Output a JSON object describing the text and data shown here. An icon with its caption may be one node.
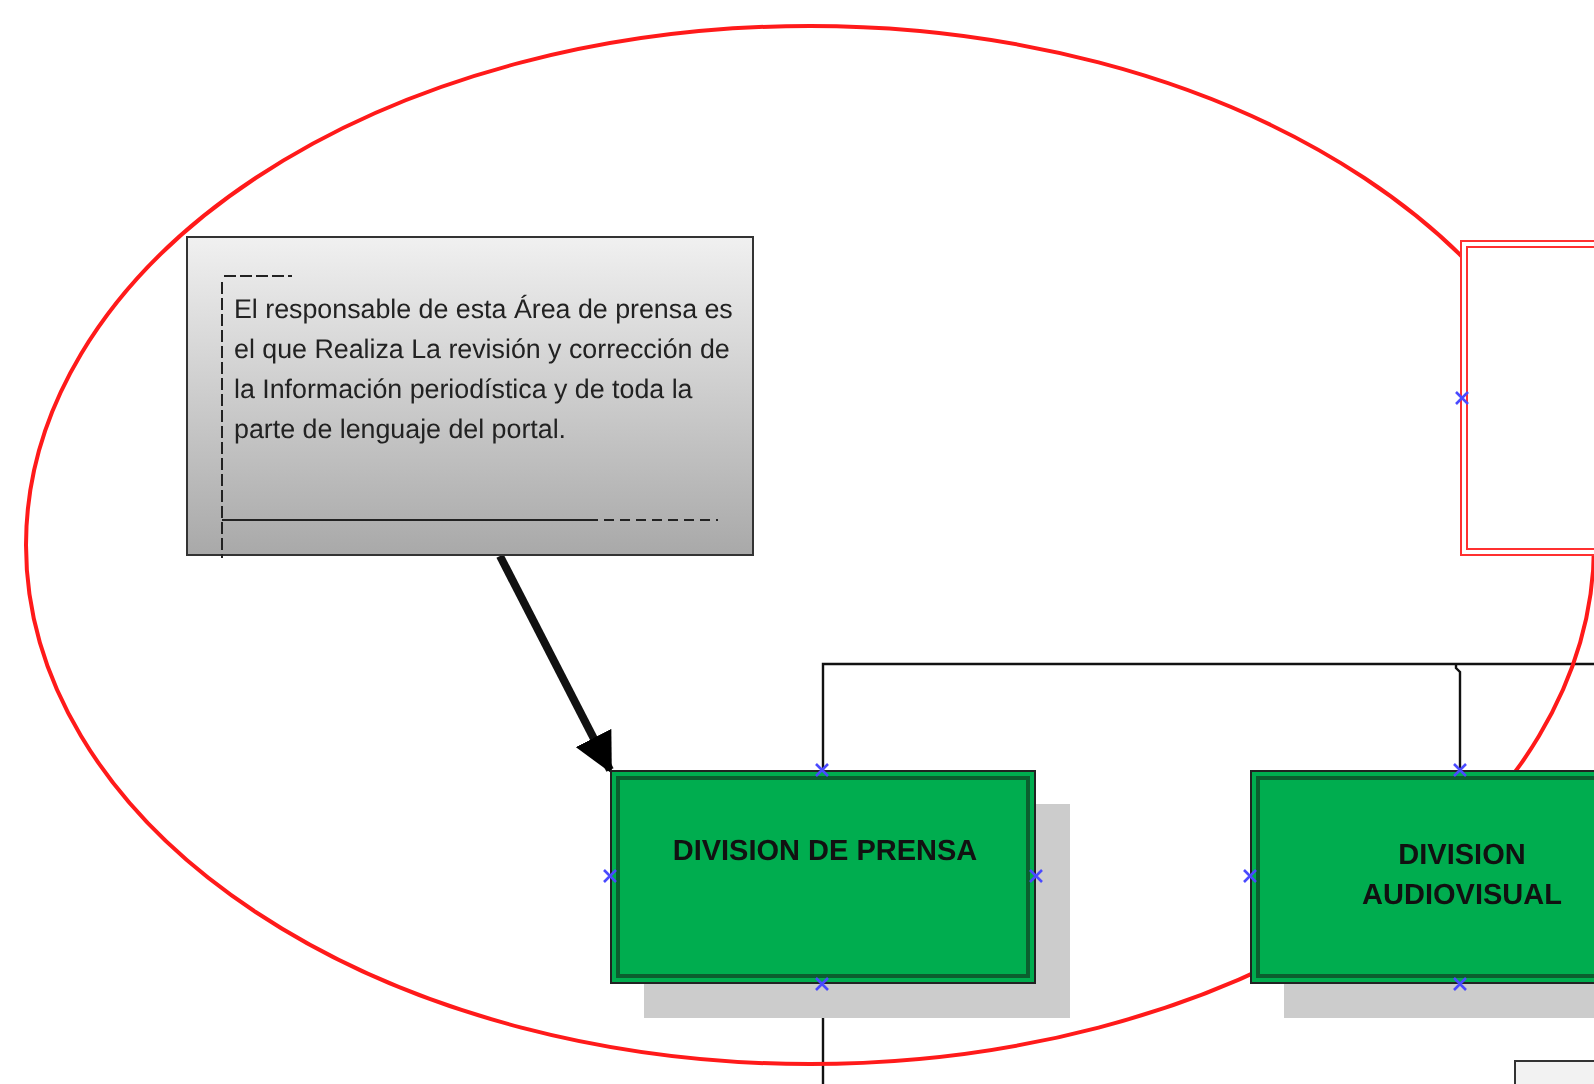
{
  "diagram": {
    "nodes": [
      {
        "text": [],
        "shape": "ellipse"
      },
      {
        "text": [
          "El responsable  de esta Área de prensa es el que Realiza La revisión y  corrección de la Información periodística y de toda  la parte de lenguaje del portal."
        ],
        "in": 0
      },
      {
        "text": [],
        "shape": "box"
      },
      {
        "text": [
          "DIVISION DE PRENSA"
        ],
        "in": 0
      },
      {
        "text": [
          "DIVISION AUDIOVISUAL"
        ]
      },
      {
        "text": [],
        "shape": "box"
      }
    ],
    "edges": [
      {
        "from": 1,
        "to": 3,
        "arrow": "to",
        "style": "thick"
      },
      {
        "from": 3,
        "to": null,
        "arrow": "none"
      },
      {
        "from": 4,
        "to": null,
        "arrow": "none"
      },
      {
        "from": 3,
        "to": null,
        "arrow": "none"
      }
    ]
  }
}
